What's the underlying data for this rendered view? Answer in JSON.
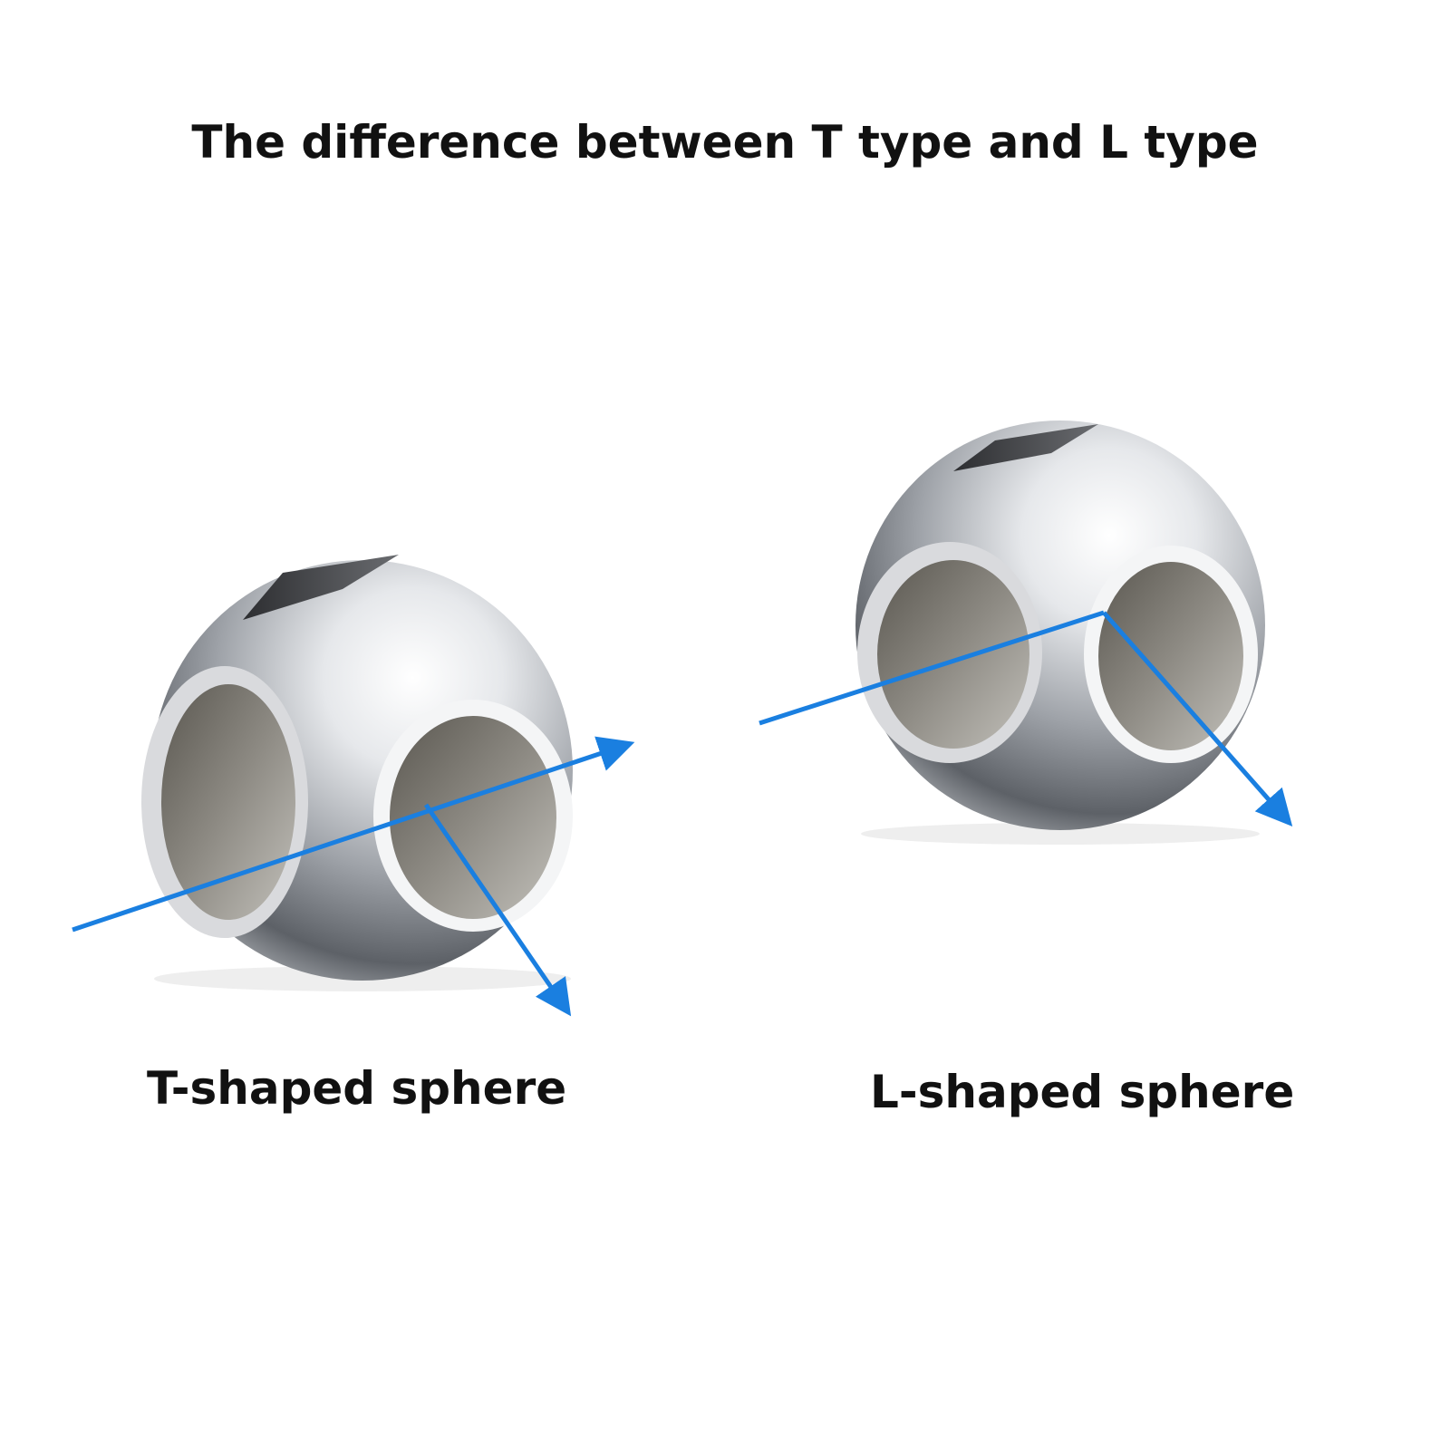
{
  "title": "The difference between T type and L type",
  "spheres": [
    {
      "label": "T-shaped sphere",
      "flow": "straight-through plus side outlet"
    },
    {
      "label": "L-shaped sphere",
      "flow": "entry turned to side outlet"
    }
  ],
  "colors": {
    "arrow": "#1a7fe0",
    "text": "#111111",
    "background": "#ffffff",
    "metal_light": "#f2f3f5",
    "metal_dark": "#3a3c40"
  },
  "icons": [
    "flow-arrow-icon"
  ]
}
